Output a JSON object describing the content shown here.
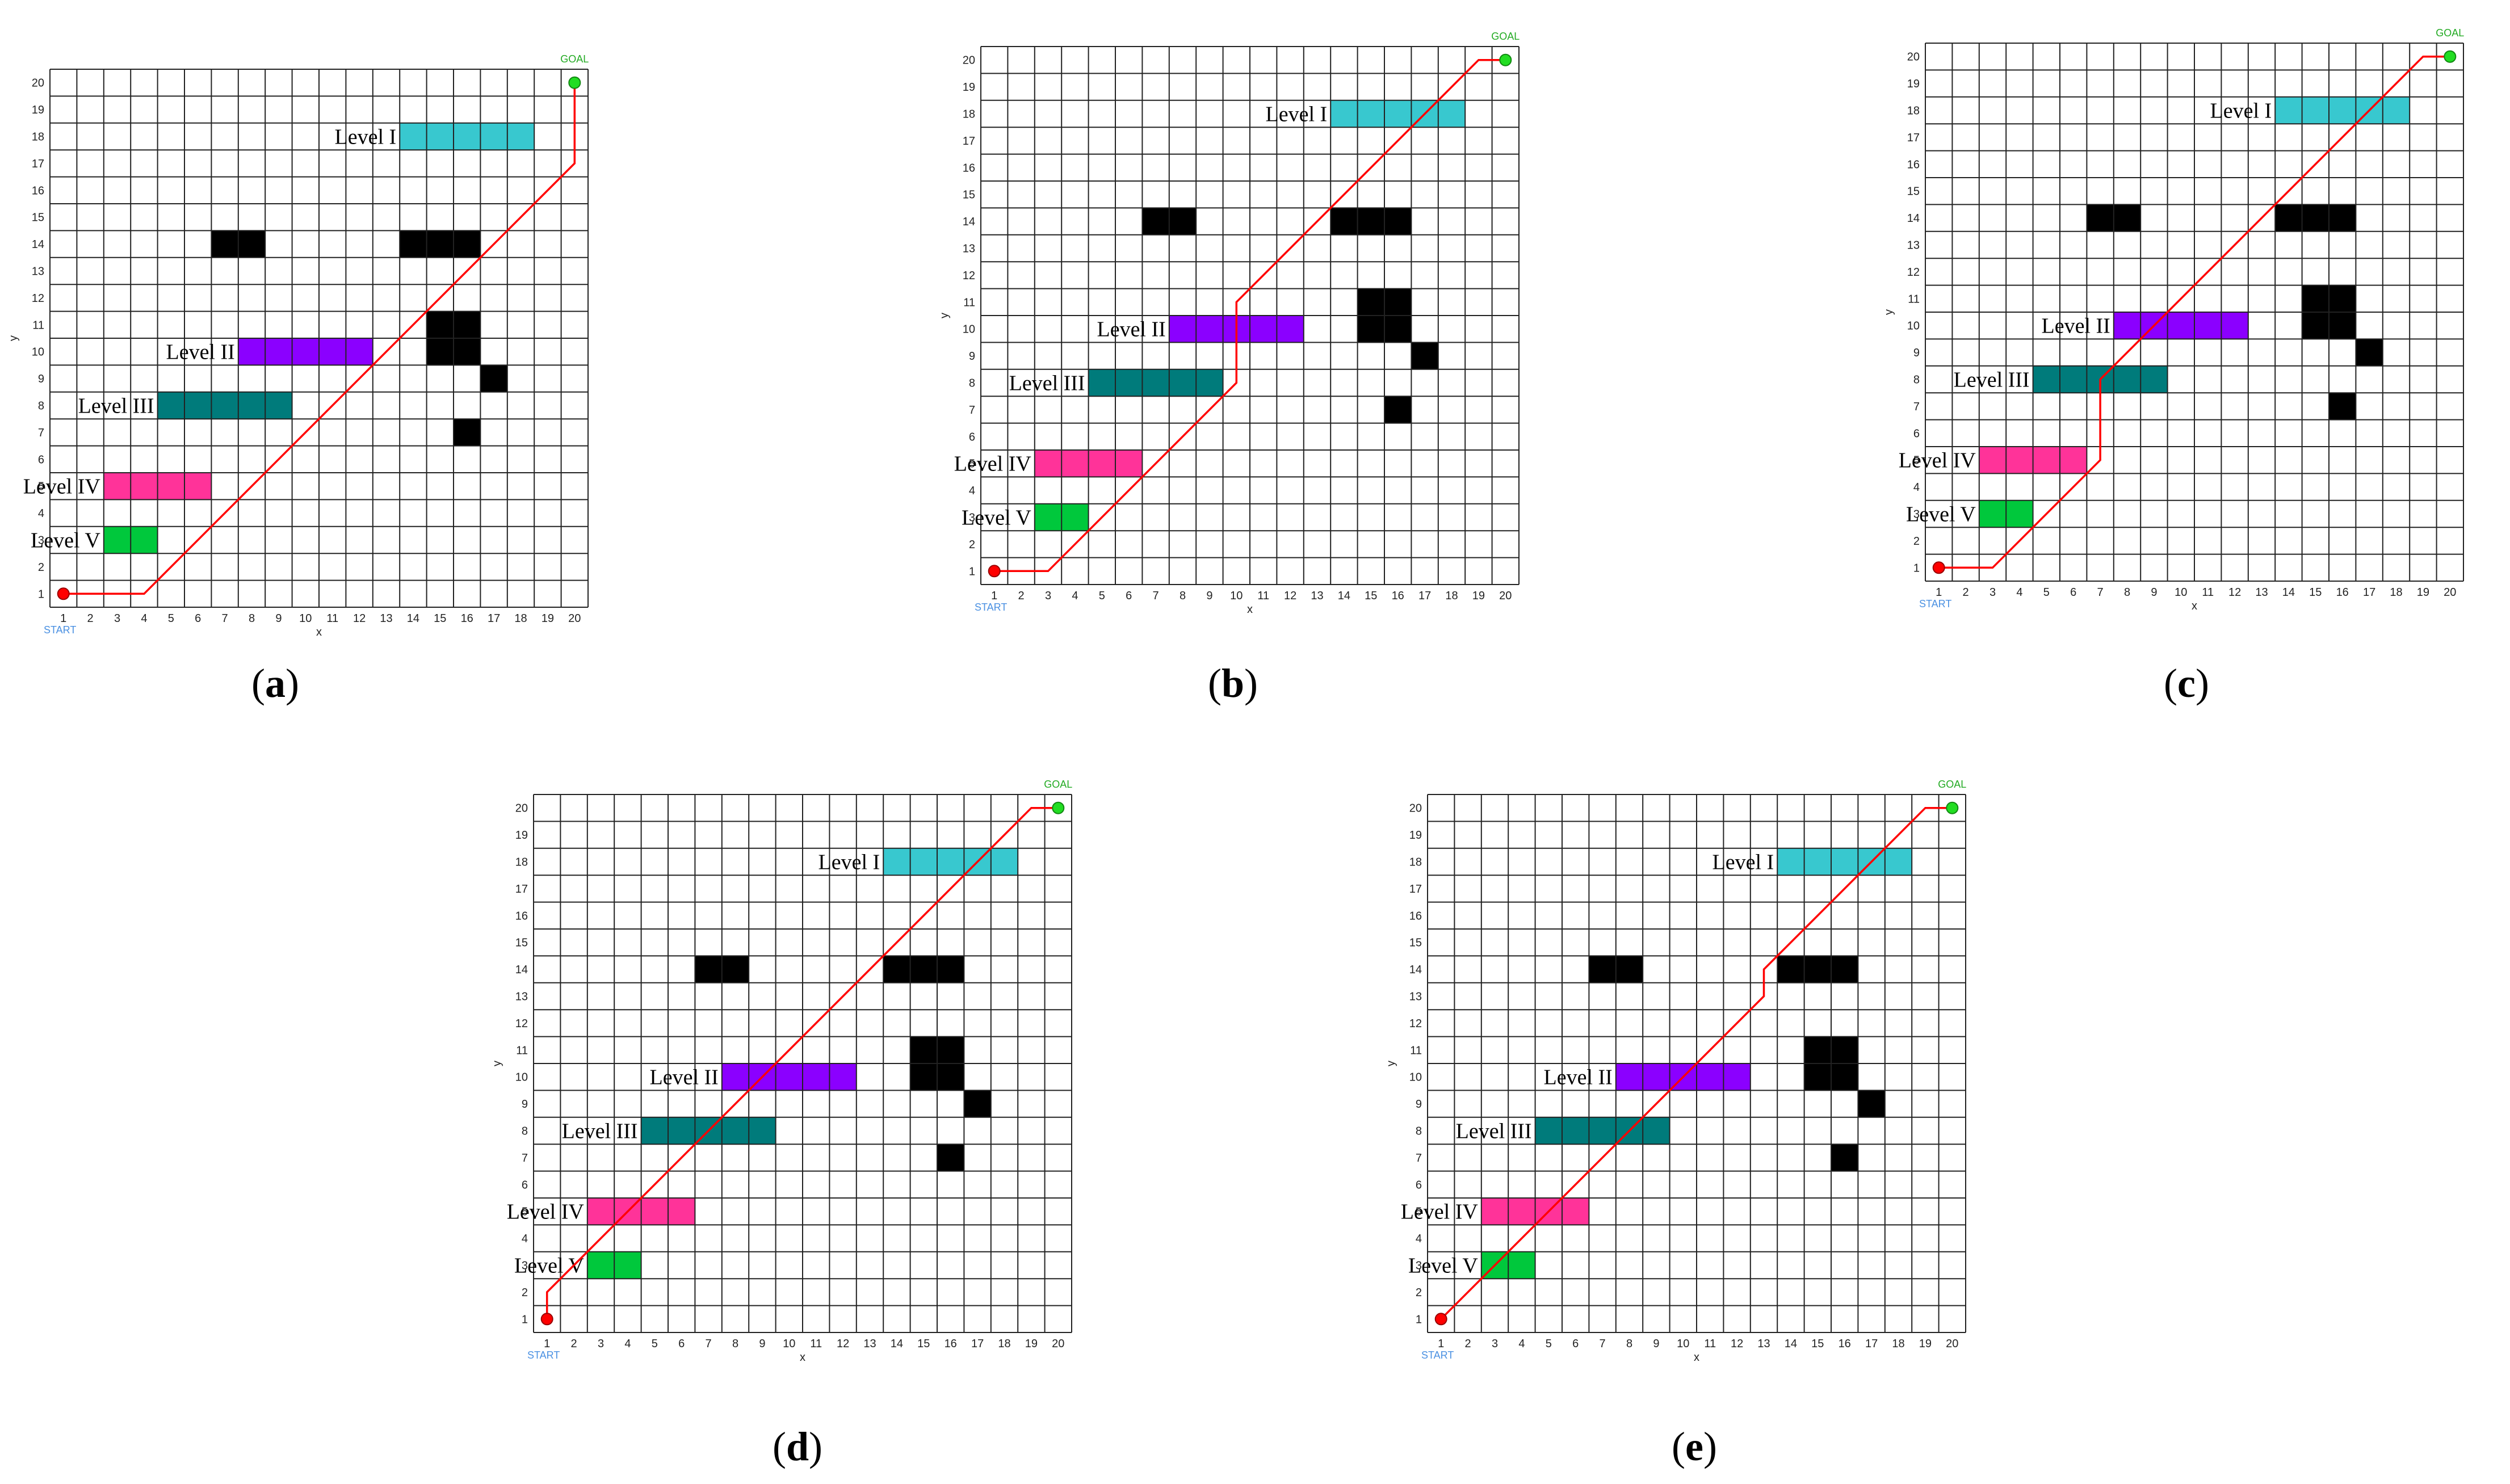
{
  "figure": {
    "panels": [
      {
        "id": "a",
        "caption_letter": "a",
        "path": [
          [
            1,
            1
          ],
          [
            4,
            1
          ],
          [
            20,
            17
          ],
          [
            20,
            20
          ]
        ]
      },
      {
        "id": "b",
        "caption_letter": "b",
        "path": [
          [
            1,
            1
          ],
          [
            3,
            1
          ],
          [
            10,
            8
          ],
          [
            10,
            11
          ],
          [
            19,
            20
          ],
          [
            20,
            20
          ]
        ]
      },
      {
        "id": "c",
        "caption_letter": "c",
        "path": [
          [
            1,
            1
          ],
          [
            3,
            1
          ],
          [
            7,
            5
          ],
          [
            7,
            8
          ],
          [
            19,
            20
          ],
          [
            20,
            20
          ]
        ]
      },
      {
        "id": "d",
        "caption_letter": "d",
        "path": [
          [
            1,
            1
          ],
          [
            1,
            2
          ],
          [
            19,
            20
          ],
          [
            20,
            20
          ]
        ]
      },
      {
        "id": "e",
        "caption_letter": "e",
        "path": [
          [
            1,
            1
          ],
          [
            13,
            13
          ],
          [
            13,
            14
          ],
          [
            19,
            20
          ],
          [
            20,
            20
          ]
        ]
      }
    ],
    "grid": {
      "x_range": [
        1,
        20
      ],
      "y_range": [
        1,
        20
      ],
      "x_label": "x",
      "y_label": "y",
      "x_ticks": [
        "1",
        "2",
        "3",
        "4",
        "5",
        "6",
        "7",
        "8",
        "9",
        "10",
        "11",
        "12",
        "13",
        "14",
        "15",
        "16",
        "17",
        "18",
        "19",
        "20"
      ],
      "y_ticks": [
        "1",
        "2",
        "3",
        "4",
        "5",
        "6",
        "7",
        "8",
        "9",
        "10",
        "11",
        "12",
        "13",
        "14",
        "15",
        "16",
        "17",
        "18",
        "19",
        "20"
      ]
    },
    "start_label": "START",
    "goal_label": "GOAL",
    "levels": [
      {
        "name": "Level I",
        "x0": 14,
        "x1": 18,
        "y": 18,
        "color": "#38C8CF"
      },
      {
        "name": "Level II",
        "x0": 8,
        "x1": 12,
        "y": 10,
        "color": "#8B00FF"
      },
      {
        "name": "Level III",
        "x0": 5,
        "x1": 9,
        "y": 8,
        "color": "#007B7B"
      },
      {
        "name": "Level IV",
        "x0": 3,
        "x1": 6,
        "y": 5,
        "color": "#FF3399"
      },
      {
        "name": "Level V",
        "x0": 3,
        "x1": 4,
        "y": 3,
        "color": "#00C83C"
      }
    ],
    "obstacles": [
      {
        "x0": 7,
        "x1": 8,
        "y0": 14,
        "y1": 14
      },
      {
        "x0": 14,
        "x1": 16,
        "y0": 14,
        "y1": 14
      },
      {
        "x0": 15,
        "x1": 16,
        "y0": 10,
        "y1": 11
      },
      {
        "x0": 17,
        "x1": 17,
        "y0": 9,
        "y1": 9
      },
      {
        "x0": 16,
        "x1": 16,
        "y0": 7,
        "y1": 7
      }
    ],
    "colors": {
      "path": "#FF0000",
      "start": "#FF0000",
      "goal": "#22DD22",
      "start_text": "#4A90E2",
      "goal_text": "#22AA22",
      "obstacle": "#000000",
      "grid": "#222222"
    }
  }
}
